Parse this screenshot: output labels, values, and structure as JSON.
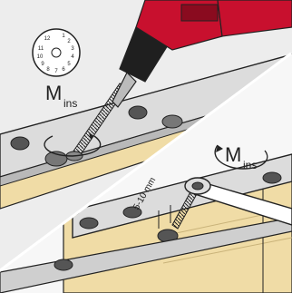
{
  "panel_top": {
    "torque_symbol": "M",
    "torque_subscript": "ins",
    "dial_numbers": [
      "1",
      "2",
      "3",
      "4",
      "5",
      "6",
      "7",
      "8",
      "9",
      "10",
      "11",
      "12"
    ]
  },
  "panel_bottom": {
    "torque_symbol": "M",
    "torque_subscript": "ins",
    "gap_label": "5-10 mm"
  },
  "colors": {
    "drill_red": "#c8102e",
    "wood": "#f0dca6",
    "plate": "#dcdcdc",
    "background": "#f2f2f2"
  }
}
